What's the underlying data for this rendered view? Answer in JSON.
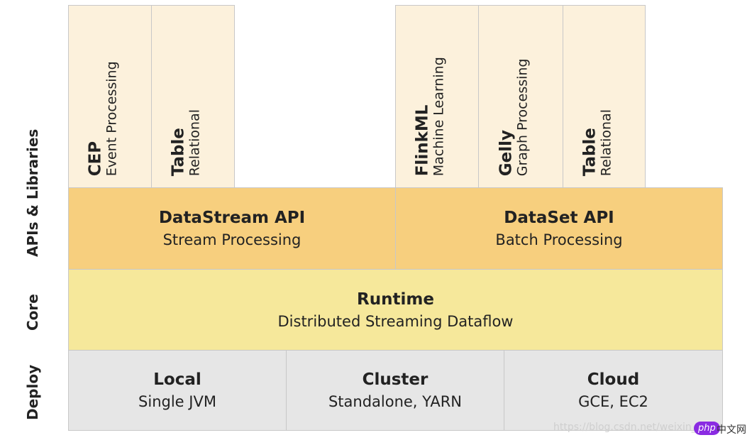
{
  "layers": {
    "apis": "APIs & Libraries",
    "core": "Core",
    "deploy": "Deploy"
  },
  "libraries": {
    "cep": {
      "title": "CEP",
      "subtitle": "Event Processing"
    },
    "table_stream": {
      "title": "Table",
      "subtitle": "Relational"
    },
    "flinkml": {
      "title": "FlinkML",
      "subtitle": "Machine Learning"
    },
    "gelly": {
      "title": "Gelly",
      "subtitle": "Graph Processing"
    },
    "table_batch": {
      "title": "Table",
      "subtitle": "Relational"
    }
  },
  "apis": {
    "datastream": {
      "title": "DataStream API",
      "subtitle": "Stream Processing"
    },
    "dataset": {
      "title": "DataSet API",
      "subtitle": "Batch Processing"
    }
  },
  "runtime": {
    "title": "Runtime",
    "subtitle": "Distributed Streaming Dataflow"
  },
  "deploy": {
    "local": {
      "title": "Local",
      "subtitle": "Single JVM"
    },
    "cluster": {
      "title": "Cluster",
      "subtitle": "Standalone, YARN"
    },
    "cloud": {
      "title": "Cloud",
      "subtitle": "GCE, EC2"
    }
  },
  "watermark": "https://blog.csdn.net/weixin_4",
  "logo": {
    "mark": "php",
    "suffix": "中文网"
  },
  "colors": {
    "library": "#fcf1dc",
    "api": "#f7cf7e",
    "core": "#f6e89b",
    "deploy": "#e6e6e6",
    "border": "#c8c8c8"
  }
}
